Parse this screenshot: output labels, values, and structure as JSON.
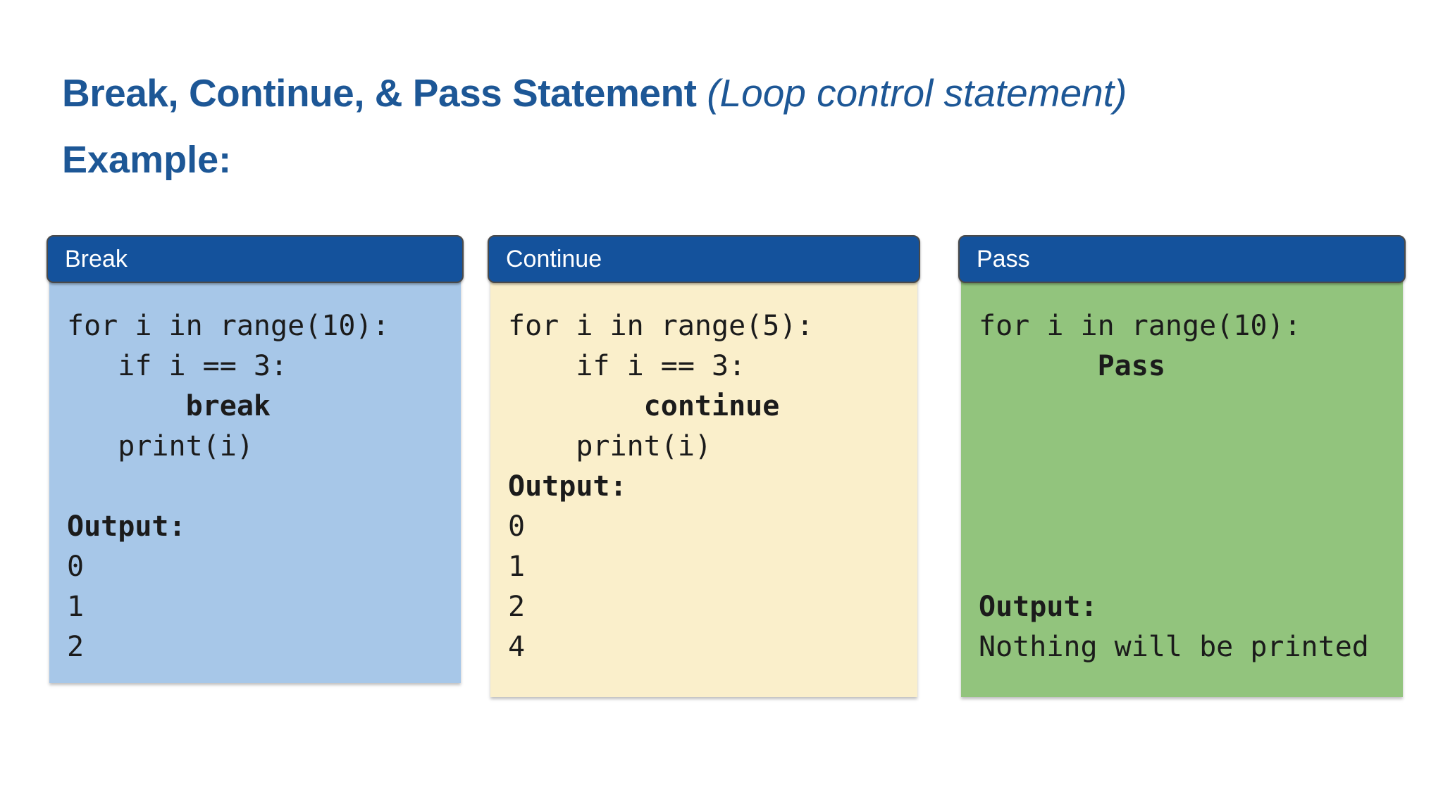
{
  "page": {
    "title_main": "Break, Continue, & Pass Statement ",
    "title_italic": "(Loop control statement)",
    "subtitle": "Example:"
  },
  "colors": {
    "title_blue": "#1D5796",
    "panel_header_blue": "#14529C",
    "panel_header_text": "#FFFFFF",
    "break_body_blue": "#A7C7E8",
    "continue_body_cream": "#FAEFCB",
    "pass_body_green": "#92C47D",
    "code_text": "#1B1B1B"
  },
  "panels": [
    {
      "title": "Break",
      "lines": [
        [
          {
            "text": "for i in range(10):",
            "bold": false
          }
        ],
        [
          {
            "text": "   if i == 3:",
            "bold": false
          }
        ],
        [
          {
            "text": "       ",
            "bold": false
          },
          {
            "text": "break",
            "bold": true
          }
        ],
        [
          {
            "text": "   print(i)",
            "bold": false
          }
        ],
        [
          {
            "text": "",
            "bold": false
          }
        ],
        [
          {
            "text": "Output:",
            "bold": true
          }
        ],
        [
          {
            "text": "0",
            "bold": false
          }
        ],
        [
          {
            "text": "1",
            "bold": false
          }
        ],
        [
          {
            "text": "2",
            "bold": false
          }
        ]
      ]
    },
    {
      "title": "Continue",
      "lines": [
        [
          {
            "text": "for i in range(5):",
            "bold": false
          }
        ],
        [
          {
            "text": "    if i == 3:",
            "bold": false
          }
        ],
        [
          {
            "text": "        ",
            "bold": false
          },
          {
            "text": "continue",
            "bold": true
          }
        ],
        [
          {
            "text": "    print(i)",
            "bold": false
          }
        ],
        [
          {
            "text": "Output:",
            "bold": true
          }
        ],
        [
          {
            "text": "0",
            "bold": false
          }
        ],
        [
          {
            "text": "1",
            "bold": false
          }
        ],
        [
          {
            "text": "2",
            "bold": false
          }
        ],
        [
          {
            "text": "4",
            "bold": false
          }
        ]
      ]
    },
    {
      "title": "Pass",
      "lines": [
        [
          {
            "text": "for i in range(10):",
            "bold": false
          }
        ],
        [
          {
            "text": "       ",
            "bold": false
          },
          {
            "text": "Pass",
            "bold": true
          }
        ],
        [
          {
            "text": "",
            "bold": false
          }
        ],
        [
          {
            "text": "",
            "bold": false
          }
        ],
        [
          {
            "text": "",
            "bold": false
          }
        ],
        [
          {
            "text": "",
            "bold": false
          }
        ],
        [
          {
            "text": "",
            "bold": false
          }
        ],
        [
          {
            "text": "Output:",
            "bold": true
          }
        ],
        [
          {
            "text": "Nothing will be printed",
            "bold": false
          }
        ]
      ]
    }
  ]
}
